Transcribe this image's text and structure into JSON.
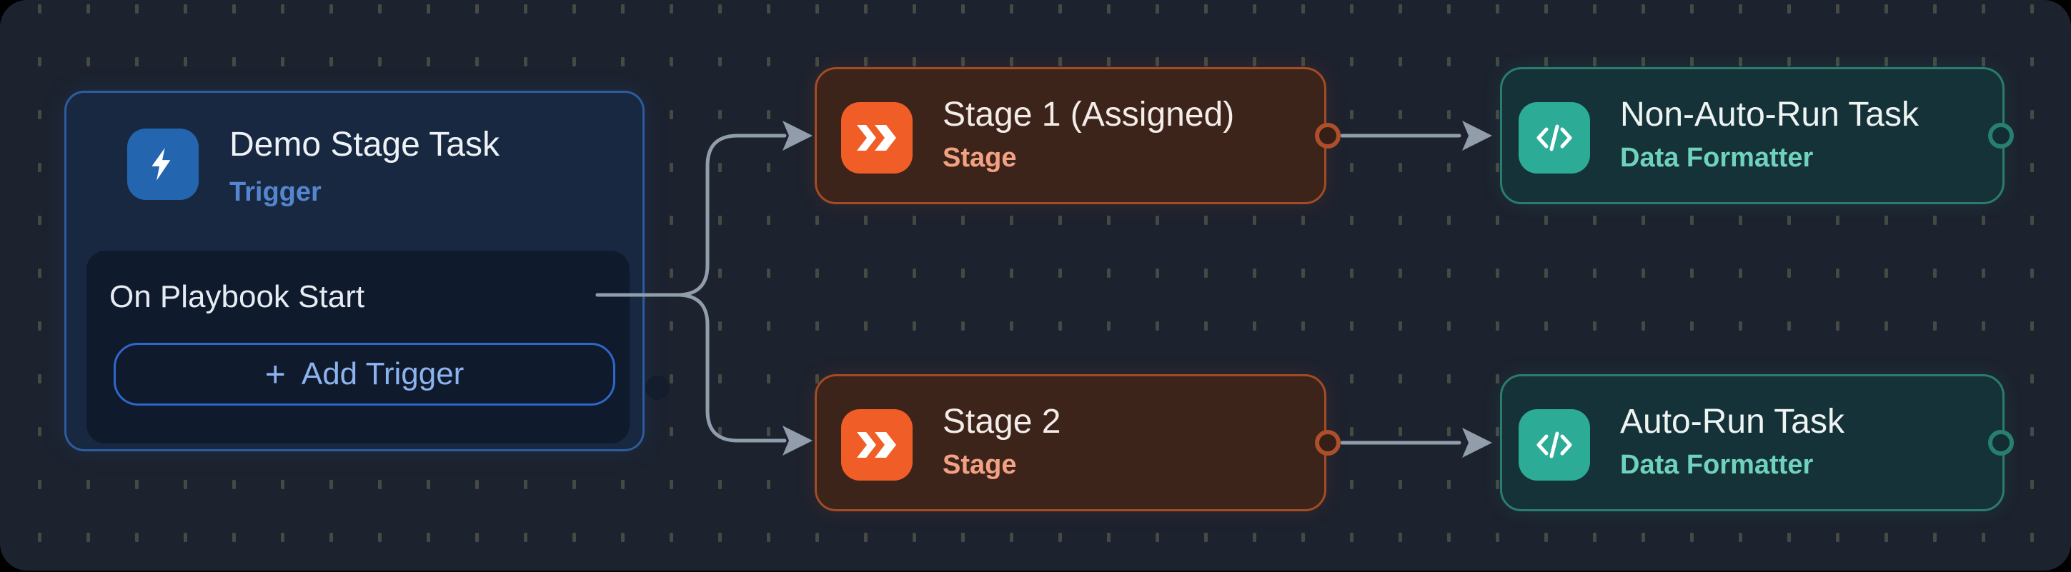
{
  "app": {
    "view": "playbook-editor-canvas",
    "colors": {
      "canvas_bg": "#1c222e",
      "grid_dash": "#4a4e46",
      "connector": "#919dab",
      "trigger_accent": "#2d5c9e",
      "trigger_icon_bg": "#2465b0",
      "stage_accent": "#a34b26",
      "stage_icon_bg": "#f15d26",
      "task_accent": "#2b7c6e",
      "task_icon_bg": "#2cab97"
    }
  },
  "nodes": {
    "trigger": {
      "title": "Demo Stage Task",
      "type_label": "Trigger",
      "icon": "lightning-bolt-icon",
      "row_label": "On Playbook Start",
      "add_button": {
        "plus": "+",
        "label": "Add Trigger"
      }
    },
    "stages": [
      {
        "title": "Stage 1 (Assigned)",
        "type_label": "Stage",
        "icon": "fast-forward-icon"
      },
      {
        "title": "Stage 2",
        "type_label": "Stage",
        "icon": "fast-forward-icon"
      }
    ],
    "tasks": [
      {
        "title": "Non-Auto-Run Task",
        "type_label": "Data Formatter",
        "icon": "code-icon"
      },
      {
        "title": "Auto-Run Task",
        "type_label": "Data Formatter",
        "icon": "code-icon"
      }
    ]
  },
  "edges": [
    {
      "from": "trigger:on-playbook-start",
      "to": "stage-1"
    },
    {
      "from": "trigger:on-playbook-start",
      "to": "stage-2"
    },
    {
      "from": "stage-1",
      "to": "non-auto-run-task"
    },
    {
      "from": "stage-2",
      "to": "auto-run-task"
    }
  ]
}
